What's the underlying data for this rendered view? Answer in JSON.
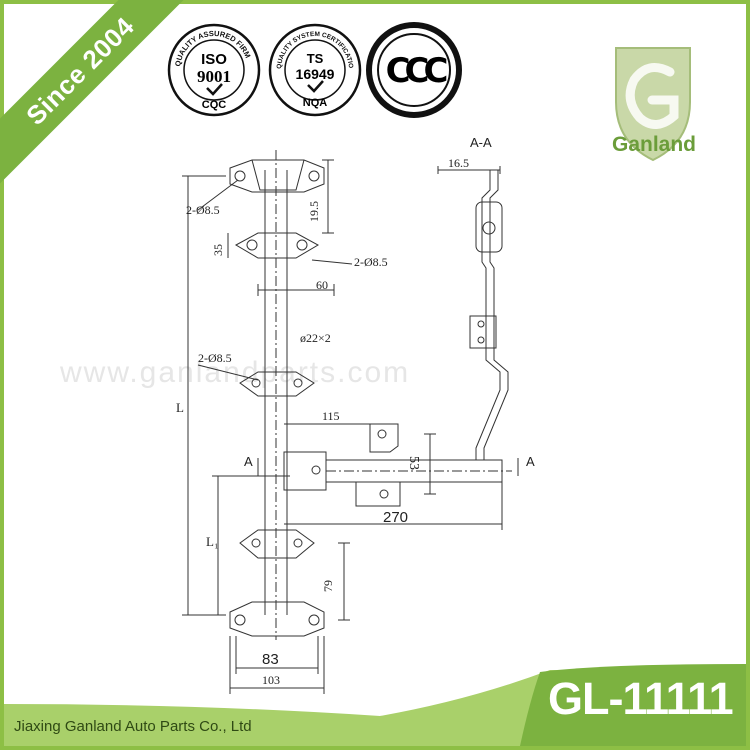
{
  "banner": {
    "since_text": "Since 2004"
  },
  "certifications": {
    "iso": {
      "arc_text": "QUALITY ASSURED FIRM",
      "line1": "ISO",
      "line2": "9001",
      "mark": "CQC"
    },
    "ts": {
      "arc_text": "QUALITY SYSTEM CERTIFICATION",
      "line1": "TS",
      "line2": "16949",
      "mark": "NQA"
    },
    "ccc": {
      "mark": "CCC"
    }
  },
  "brand": {
    "name": "Ganland",
    "logo_icon": "ganland-g-shield-icon"
  },
  "drawing": {
    "section_label": "A-A",
    "section_marker": "A",
    "dims": {
      "hole_top": "2-Ø8.5",
      "hole_mid": "2-Ø8.5",
      "hole_low": "2-Ø8.5",
      "height_top": "19.5",
      "height_35": "35",
      "width_60": "60",
      "rod": "ø22×2",
      "length_L": "L",
      "length_L1": "L₁",
      "offset_115": "115",
      "height_53": "53",
      "length_270": "270",
      "height_79": "79",
      "width_83": "83",
      "width_103": "103",
      "section_16_5": "16.5"
    }
  },
  "watermark": "www.ganlandparts.com",
  "footer": {
    "model": "GL-11111",
    "company": "Jiaxing Ganland Auto Parts Co., Ltd"
  },
  "colors": {
    "accent_green": "#7cb240",
    "border_green": "#8dbf45",
    "band_green": "#a9d06a",
    "line": "#333333"
  }
}
